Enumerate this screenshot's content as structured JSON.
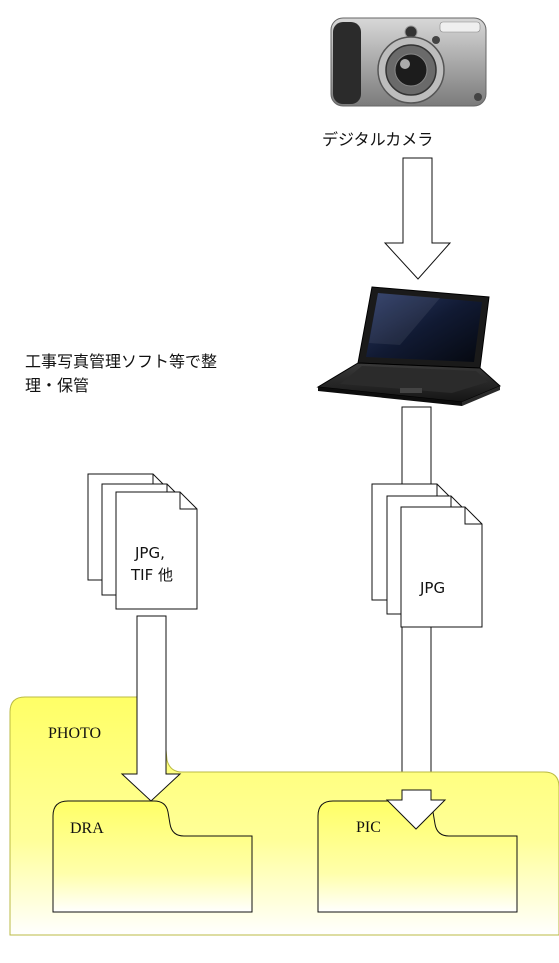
{
  "camera": {
    "label": "デジタルカメラ"
  },
  "software_note": {
    "line1": "工事写真管理ソフト等で整",
    "line2": "理・保管"
  },
  "files_left": {
    "line1": "JPG,",
    "line2": "TIF 他"
  },
  "files_right": {
    "label": "JPG"
  },
  "folders": {
    "root": "PHOTO",
    "left": "DRA",
    "right": "PIC"
  },
  "colors": {
    "folder_yellow": "#ffff66",
    "outline": "#111111"
  }
}
